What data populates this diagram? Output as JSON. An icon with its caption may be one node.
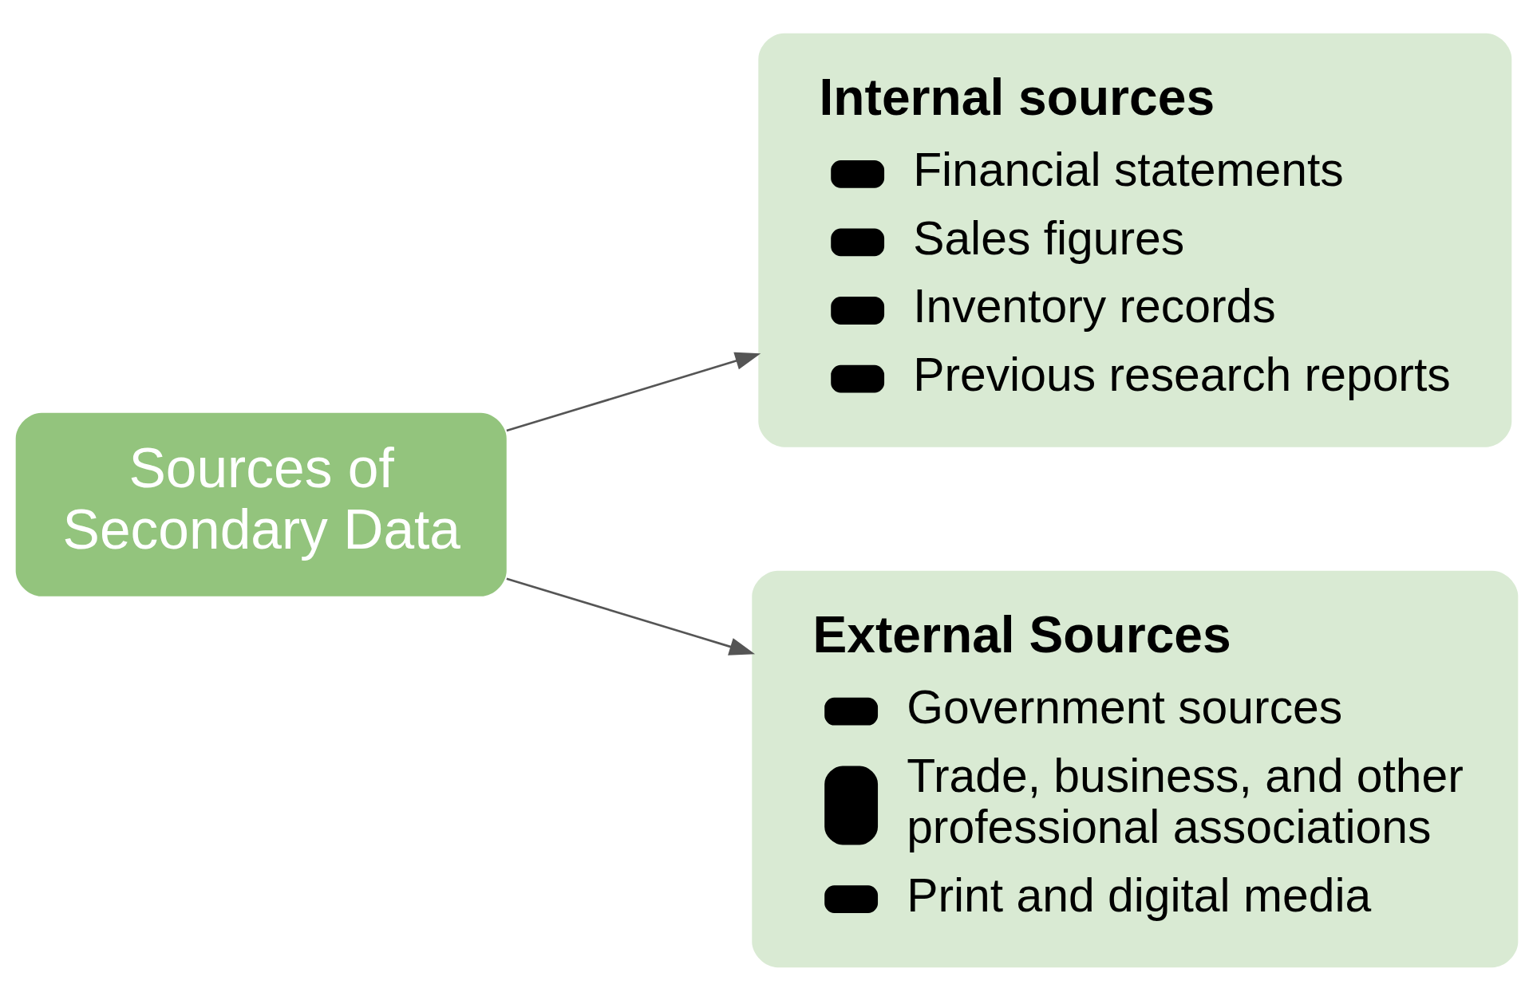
{
  "diagram": {
    "nodes": [
      {
        "text": [
          "Sources of Secondary Data"
        ]
      },
      {
        "text": [
          "Internal sources",
          "Financial statements",
          "Sales figures",
          "Inventory records",
          "Previous research reports"
        ]
      },
      {
        "text": [
          "External Sources",
          "Government sources",
          "Trade, business, and other professional associations",
          "Print and digital media"
        ]
      }
    ],
    "edges": [
      {
        "from": 0,
        "to": 1,
        "arrow": "to"
      },
      {
        "from": 0,
        "to": 2,
        "arrow": "to"
      }
    ]
  }
}
